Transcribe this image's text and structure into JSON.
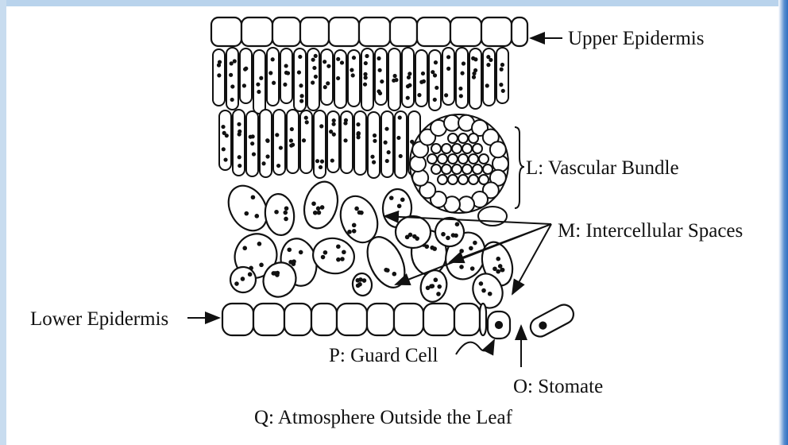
{
  "labels": {
    "upper_epidermis": "Upper Epidermis",
    "vascular_bundle": "L: Vascular Bundle",
    "intercellular_spaces": "M: Intercellular Spaces",
    "lower_epidermis": "Lower Epidermis",
    "guard_cell": "P: Guard Cell",
    "stomate": "O: Stomate",
    "atmosphere": "Q: Atmosphere Outside the Leaf"
  },
  "colors": {
    "ink": "#111111",
    "frame_top": "#b9d3ec",
    "frame_right": "#2f6fc0"
  }
}
